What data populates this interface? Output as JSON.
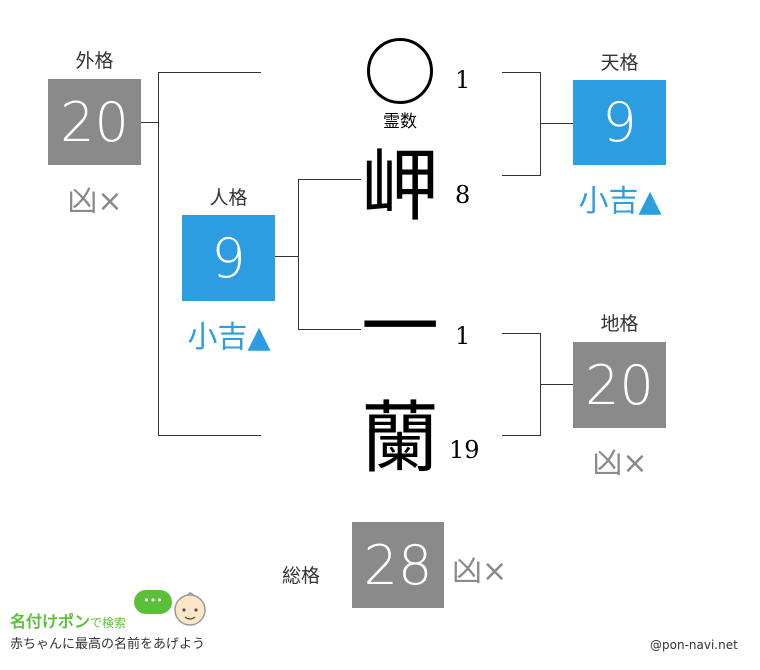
{
  "outer": {
    "title": "外格",
    "value": "20",
    "verdict": "凶×"
  },
  "heaven": {
    "title": "天格",
    "value": "9",
    "verdict": "小吉▲"
  },
  "person": {
    "title": "人格",
    "value": "9",
    "verdict": "小吉▲"
  },
  "earth": {
    "title": "地格",
    "value": "20",
    "verdict": "凶×"
  },
  "total": {
    "title": "総格",
    "value": "28",
    "verdict": "凶×"
  },
  "reisu": {
    "label": "霊数",
    "strokes": "1"
  },
  "names": [
    {
      "char": "岬",
      "strokes": "8"
    },
    {
      "char": "一",
      "strokes": "1"
    },
    {
      "char": "蘭",
      "strokes": "19"
    }
  ],
  "brand": {
    "logo_text": "名付けポン",
    "logo_suffix": "で検索",
    "tagline": "赤ちゃんに最高の名前をあげよう",
    "bubble": "•••",
    "credit": "@pon-navi.net"
  },
  "colors": {
    "gray": "#8a8a8a",
    "blue": "#2b9de0",
    "logo_green": "#5cbf3a"
  }
}
